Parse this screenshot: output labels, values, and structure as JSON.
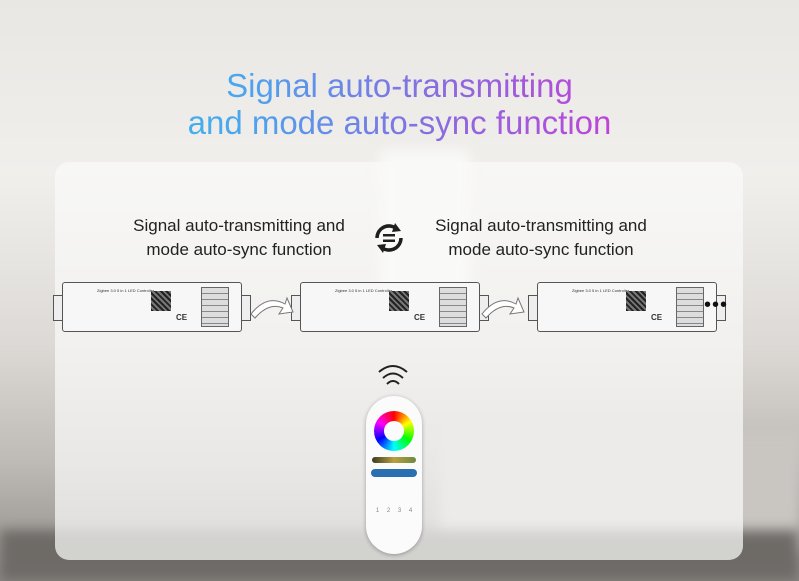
{
  "headline": {
    "line1": "Signal auto-transmitting",
    "line2": "and mode auto-sync function"
  },
  "captions": [
    {
      "line1": "Signal auto-transmitting and",
      "line2": "mode auto-sync function"
    },
    {
      "line1": "Signal auto-transmitting and",
      "line2": "mode auto-sync function"
    }
  ],
  "controller": {
    "label": "Zigbee 3.0 5 in 1 LED Controller",
    "ce": "CE"
  },
  "more": "•••",
  "colors": {
    "gradient_start": "#2fd0e6",
    "gradient_end": "#e23bc8",
    "sync_icon": "#1f1f1f"
  }
}
